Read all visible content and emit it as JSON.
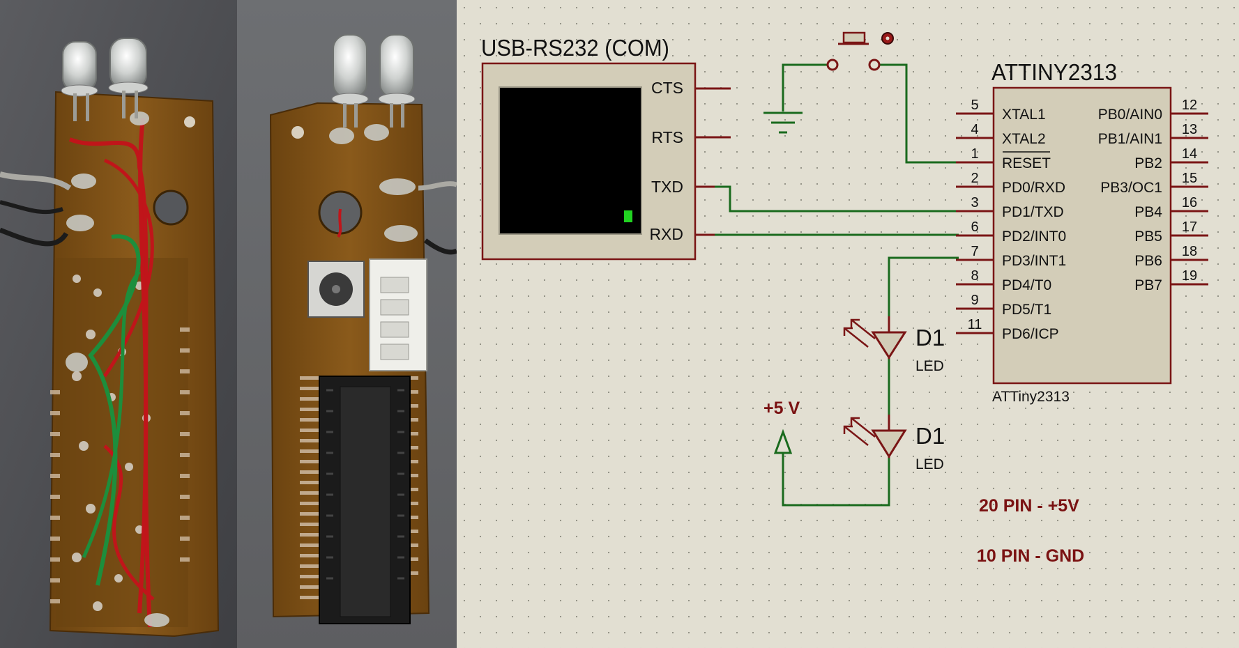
{
  "colors": {
    "paper": "#e2dfd2",
    "grid_dot": "#8c8c80",
    "wire": "#196a1d",
    "pin": "#7a1515",
    "label_red": "#7a1212",
    "box_fill": "#d3cdb8",
    "box_stroke": "#7a1515",
    "screen": "#000000",
    "screen_dot": "#21d321"
  },
  "terminal": {
    "title": "USB-RS232 (COM)",
    "pins": [
      "CTS",
      "RTS",
      "TXD",
      "RXD"
    ]
  },
  "mcu": {
    "title": "ATTINY2313",
    "part": "ATTiny2313",
    "left_pins": [
      {
        "num": "5",
        "name": "XTAL1"
      },
      {
        "num": "4",
        "name": "XTAL2"
      },
      {
        "num": "1",
        "name": "RESET"
      },
      {
        "num": "2",
        "name": "PD0/RXD"
      },
      {
        "num": "3",
        "name": "PD1/TXD"
      },
      {
        "num": "6",
        "name": "PD2/INT0"
      },
      {
        "num": "7",
        "name": "PD3/INT1"
      },
      {
        "num": "8",
        "name": "PD4/T0"
      },
      {
        "num": "9",
        "name": "PD5/T1"
      },
      {
        "num": "11",
        "name": "PD6/ICP"
      }
    ],
    "right_pins": [
      {
        "num": "12",
        "name": "PB0/AIN0"
      },
      {
        "num": "13",
        "name": "PB1/AIN1"
      },
      {
        "num": "14",
        "name": "PB2"
      },
      {
        "num": "15",
        "name": "PB3/OC1"
      },
      {
        "num": "16",
        "name": "PB4"
      },
      {
        "num": "17",
        "name": "PB5"
      },
      {
        "num": "18",
        "name": "PB6"
      },
      {
        "num": "19",
        "name": "PB7"
      }
    ]
  },
  "led1": {
    "ref": "D1",
    "type": "LED"
  },
  "led2": {
    "ref": "D1",
    "type": "LED"
  },
  "supply_label": "+5 V",
  "notes": [
    "20 PIN - +5V",
    "10 PIN - GND"
  ]
}
